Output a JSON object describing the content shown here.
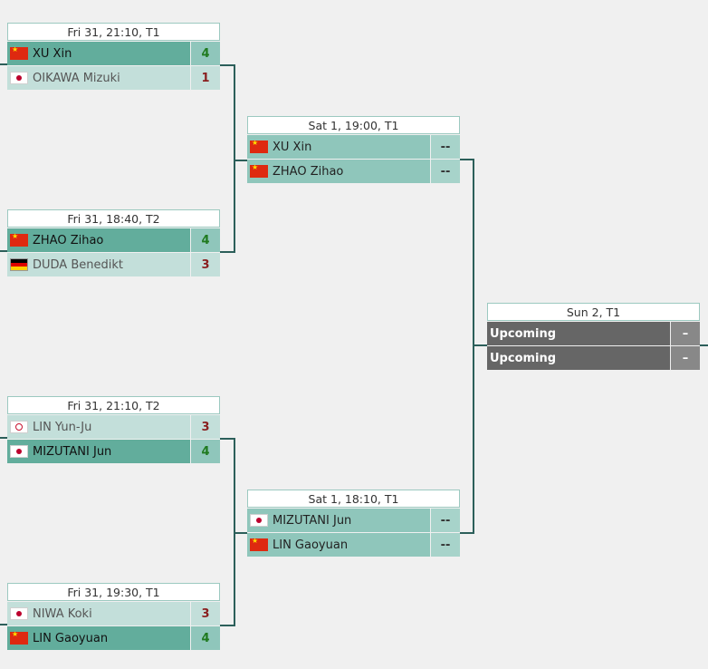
{
  "matches": [
    {
      "header": "Fri 31, 21:10, T1",
      "players": [
        {
          "name": "XU Xin",
          "flag": "CN",
          "score": "4",
          "state": "win"
        },
        {
          "name": "OIKAWA Mizuki",
          "flag": "JP",
          "score": "1",
          "state": "lose"
        }
      ]
    },
    {
      "header": "Fri 31, 18:40, T2",
      "players": [
        {
          "name": "ZHAO Zihao",
          "flag": "CN",
          "score": "4",
          "state": "win"
        },
        {
          "name": "DUDA Benedikt",
          "flag": "DE",
          "score": "3",
          "state": "lose"
        }
      ]
    },
    {
      "header": "Fri 31, 21:10, T2",
      "players": [
        {
          "name": "LIN Yun-Ju",
          "flag": "TPE",
          "score": "3",
          "state": "lose"
        },
        {
          "name": "MIZUTANI Jun",
          "flag": "JP",
          "score": "4",
          "state": "win"
        }
      ]
    },
    {
      "header": "Fri 31, 19:30, T1",
      "players": [
        {
          "name": "NIWA Koki",
          "flag": "JP",
          "score": "3",
          "state": "lose"
        },
        {
          "name": "LIN Gaoyuan",
          "flag": "CN",
          "score": "4",
          "state": "win"
        }
      ]
    },
    {
      "header": "Sat 1, 19:00, T1",
      "players": [
        {
          "name": "XU Xin",
          "flag": "CN",
          "score": "--",
          "state": "pend"
        },
        {
          "name": "ZHAO Zihao",
          "flag": "CN",
          "score": "--",
          "state": "pend"
        }
      ]
    },
    {
      "header": "Sat 1, 18:10, T1",
      "players": [
        {
          "name": "MIZUTANI Jun",
          "flag": "JP",
          "score": "--",
          "state": "pend"
        },
        {
          "name": "LIN Gaoyuan",
          "flag": "CN",
          "score": "--",
          "state": "pend"
        }
      ]
    },
    {
      "header": "Sun 2, T1",
      "players": [
        {
          "name": "Upcoming",
          "flag": "",
          "score": "–",
          "state": "up"
        },
        {
          "name": "Upcoming",
          "flag": "",
          "score": "–",
          "state": "up"
        }
      ]
    }
  ]
}
